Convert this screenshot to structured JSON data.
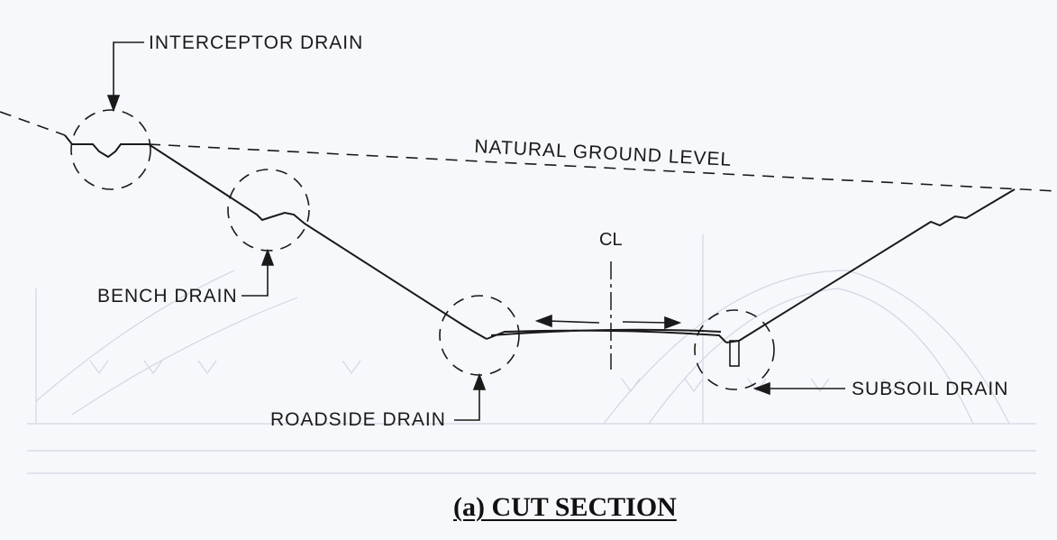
{
  "labels": {
    "interceptor_drain": "INTERCEPTOR DRAIN",
    "natural_ground_level": "NATURAL GROUND LEVEL",
    "bench_drain": "BENCH DRAIN",
    "roadside_drain": "ROADSIDE DRAIN",
    "subsoil_drain": "SUBSOIL DRAIN",
    "centerline": "CL"
  },
  "caption": "(a) CUT SECTION",
  "colors": {
    "line": "#1a1a1a",
    "background": "#f7f8fc",
    "bleed_through": "#c9cedd"
  }
}
